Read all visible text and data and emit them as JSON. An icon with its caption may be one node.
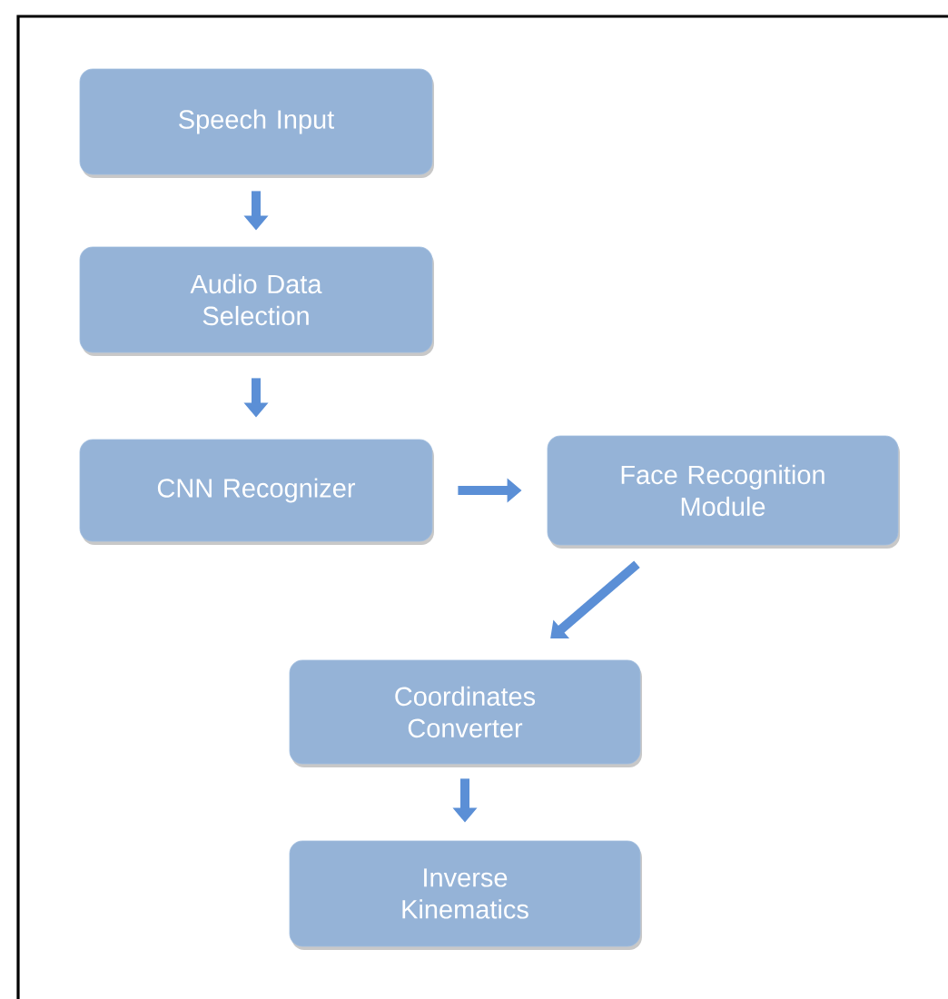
{
  "diagram": {
    "nodes": [
      {
        "text": [
          "Speech Input"
        ]
      },
      {
        "text": [
          "Audio Data Selection"
        ]
      },
      {
        "text": [
          "CNN Recognizer"
        ]
      },
      {
        "text": [
          "Face Recognition Module"
        ]
      },
      {
        "text": [
          "Coordinates Converter"
        ]
      },
      {
        "text": [
          "Inverse Kinematics"
        ]
      }
    ],
    "edges": [
      {
        "from": 0,
        "to": 1,
        "arrow": "to"
      },
      {
        "from": 1,
        "to": 2,
        "arrow": "to"
      },
      {
        "from": 2,
        "to": 3,
        "arrow": "to"
      },
      {
        "from": 3,
        "to": 4,
        "arrow": "to"
      },
      {
        "from": 4,
        "to": 5,
        "arrow": "to"
      }
    ]
  }
}
